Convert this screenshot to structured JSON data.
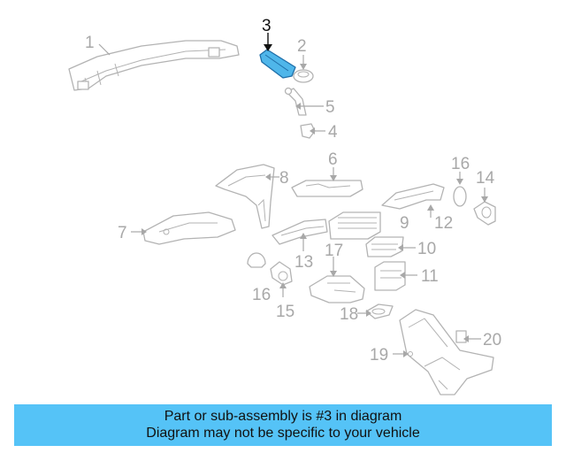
{
  "highlight": {
    "part": "3",
    "color": "#4fb6ea"
  },
  "callouts": {
    "c1": "1",
    "c2": "2",
    "c3": "3",
    "c4": "4",
    "c5": "5",
    "c6": "6",
    "c7": "7",
    "c8": "8",
    "c9": "9",
    "c10": "10",
    "c11": "11",
    "c12": "12",
    "c13": "13",
    "c14": "14",
    "c15": "15",
    "c16a": "16",
    "c16b": "16",
    "c17": "17",
    "c18": "18",
    "c19": "19",
    "c20": "20"
  },
  "banner": {
    "line1": "Part or sub-assembly is #3 in diagram",
    "line2": "Diagram may not be specific to your vehicle",
    "color": "#55c3f7"
  }
}
